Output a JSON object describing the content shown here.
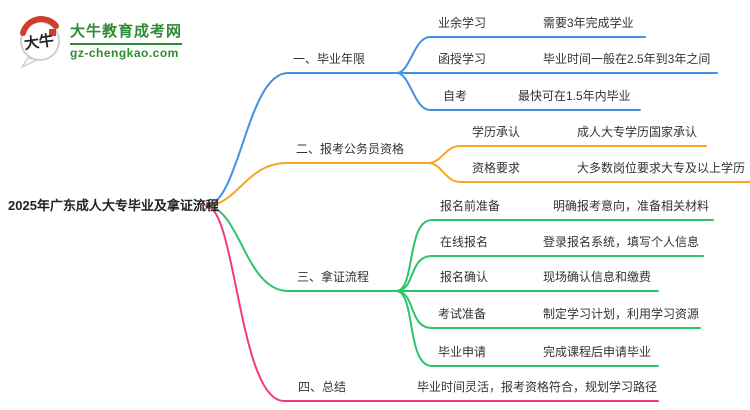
{
  "logo": {
    "bubble_text": "大牛",
    "title": "大牛教育成考网",
    "domain": "gz-chengkao.com"
  },
  "central": {
    "title": "2025年广东成人大专毕业及拿证流程"
  },
  "colors": {
    "branch1_blue": "#4191e0",
    "branch2_orange": "#f5a623",
    "branch3_green": "#2cc56e",
    "bran4_pink_deprecated": "",
    "branch4_pink": "#f23a7f",
    "logo_green": "#2e8b34",
    "logo_red": "#d23c2a",
    "text": "#333333"
  },
  "branches": [
    {
      "label": "一、毕业年限",
      "children": [
        {
          "label": "业余学习",
          "detail": "需要3年完成学业"
        },
        {
          "label": "函授学习",
          "detail": "毕业时间一般在2.5年到3年之间"
        },
        {
          "label": "自考",
          "detail": "最快可在1.5年内毕业"
        }
      ]
    },
    {
      "label": "二、报考公务员资格",
      "children": [
        {
          "label": "学历承认",
          "detail": "成人大专学历国家承认"
        },
        {
          "label": "资格要求",
          "detail": "大多数岗位要求大专及以上学历"
        }
      ]
    },
    {
      "label": "三、拿证流程",
      "children": [
        {
          "label": "报名前准备",
          "detail": "明确报考意向，准备相关材料"
        },
        {
          "label": "在线报名",
          "detail": "登录报名系统，填写个人信息"
        },
        {
          "label": "报名确认",
          "detail": "现场确认信息和缴费"
        },
        {
          "label": "考试准备",
          "detail": "制定学习计划，利用学习资源"
        },
        {
          "label": "毕业申请",
          "detail": "完成课程后申请毕业"
        }
      ]
    },
    {
      "label": "四、总结",
      "detail": "毕业时间灵活，报考资格符合，规划学习路径"
    }
  ]
}
